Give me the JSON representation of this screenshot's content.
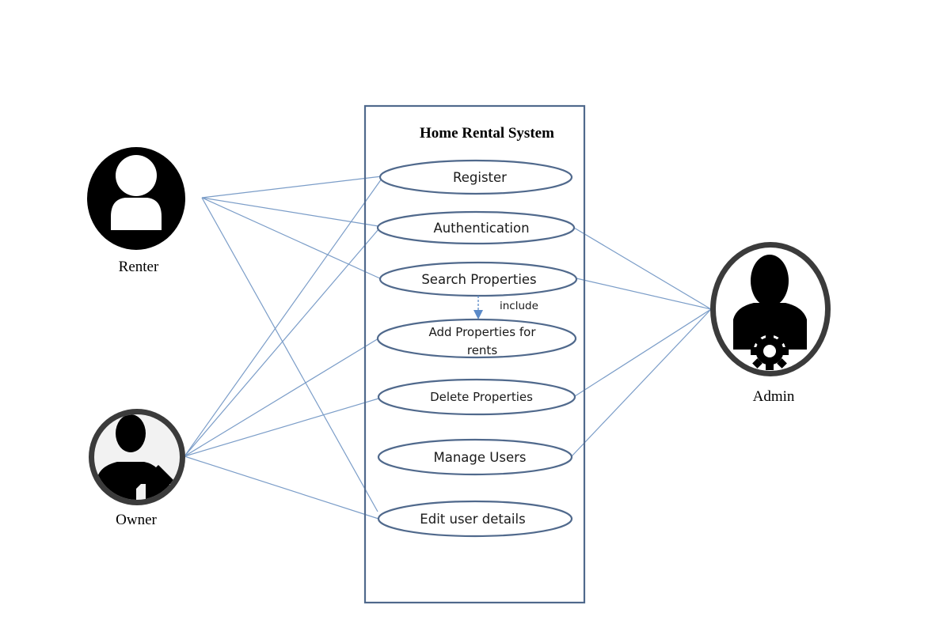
{
  "system": {
    "title": "Home Rental System"
  },
  "actors": {
    "renter": {
      "label": "Renter",
      "icon": "user-silhouette-icon"
    },
    "owner": {
      "label": "Owner",
      "icon": "owner-silhouette-icon"
    },
    "admin": {
      "label": "Admin",
      "icon": "admin-gear-icon"
    }
  },
  "use_cases": {
    "register": {
      "label": "Register"
    },
    "authentication": {
      "label": "Authentication"
    },
    "search_properties": {
      "label": "Search Properties"
    },
    "add_properties": {
      "label_line1": "Add Properties for",
      "label_line2": "rents"
    },
    "delete_properties": {
      "label": "Delete Properties"
    },
    "manage_users": {
      "label": "Manage Users"
    },
    "edit_user_details": {
      "label": "Edit user details"
    }
  },
  "relationships": {
    "include_label": "include",
    "associations": [
      {
        "actor": "Renter",
        "use_case": "Register"
      },
      {
        "actor": "Renter",
        "use_case": "Authentication"
      },
      {
        "actor": "Renter",
        "use_case": "Search Properties"
      },
      {
        "actor": "Renter",
        "use_case": "Edit user details"
      },
      {
        "actor": "Owner",
        "use_case": "Register"
      },
      {
        "actor": "Owner",
        "use_case": "Authentication"
      },
      {
        "actor": "Owner",
        "use_case": "Add Properties for rents"
      },
      {
        "actor": "Owner",
        "use_case": "Delete Properties"
      },
      {
        "actor": "Owner",
        "use_case": "Edit user details"
      },
      {
        "actor": "Admin",
        "use_case": "Authentication"
      },
      {
        "actor": "Admin",
        "use_case": "Search Properties"
      },
      {
        "actor": "Admin",
        "use_case": "Delete Properties"
      },
      {
        "actor": "Admin",
        "use_case": "Manage Users"
      }
    ],
    "include": {
      "from": "Search Properties",
      "to": "Add Properties for rents"
    }
  },
  "colors": {
    "association_line": "#7b9dc8",
    "boundary": "#50698c",
    "actor_fill": "#000000"
  }
}
